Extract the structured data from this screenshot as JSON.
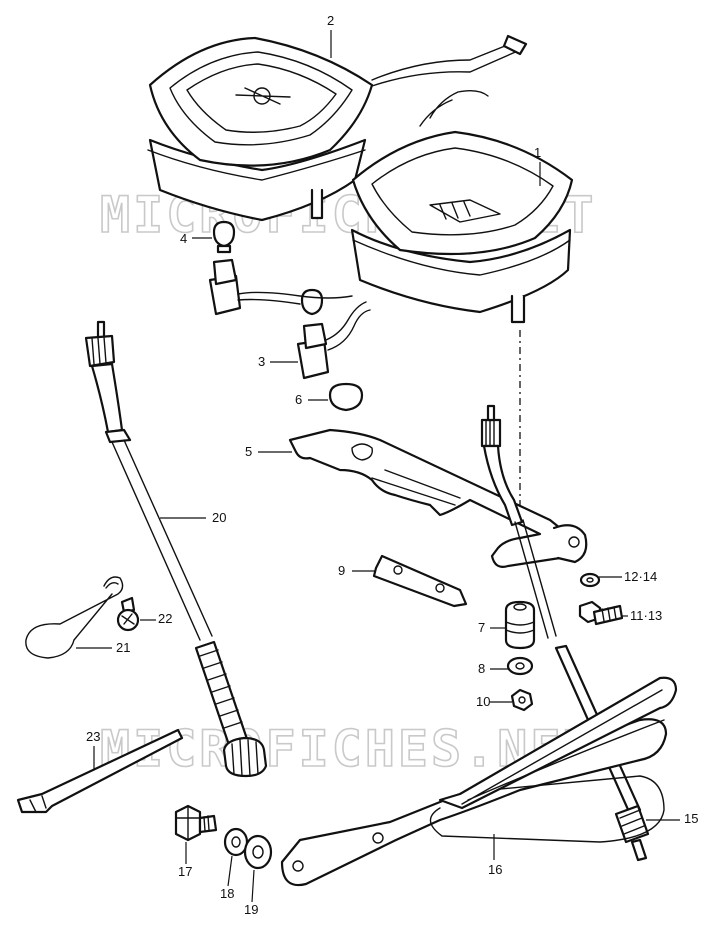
{
  "watermark": {
    "upper": "MICROFICHES.NET",
    "lower": "MICROFICHES.NET"
  },
  "callouts": {
    "c1": "1",
    "c2": "2",
    "c3": "3",
    "c4": "4",
    "c5": "5",
    "c6": "6",
    "c7": "7",
    "c8": "8",
    "c9": "9",
    "c10": "10",
    "c11_13": "11·13",
    "c12_14": "12·14",
    "c15": "15",
    "c16": "16",
    "c17": "17",
    "c18": "18",
    "c19": "19",
    "c20": "20",
    "c21": "21",
    "c22": "22",
    "c23": "23"
  }
}
